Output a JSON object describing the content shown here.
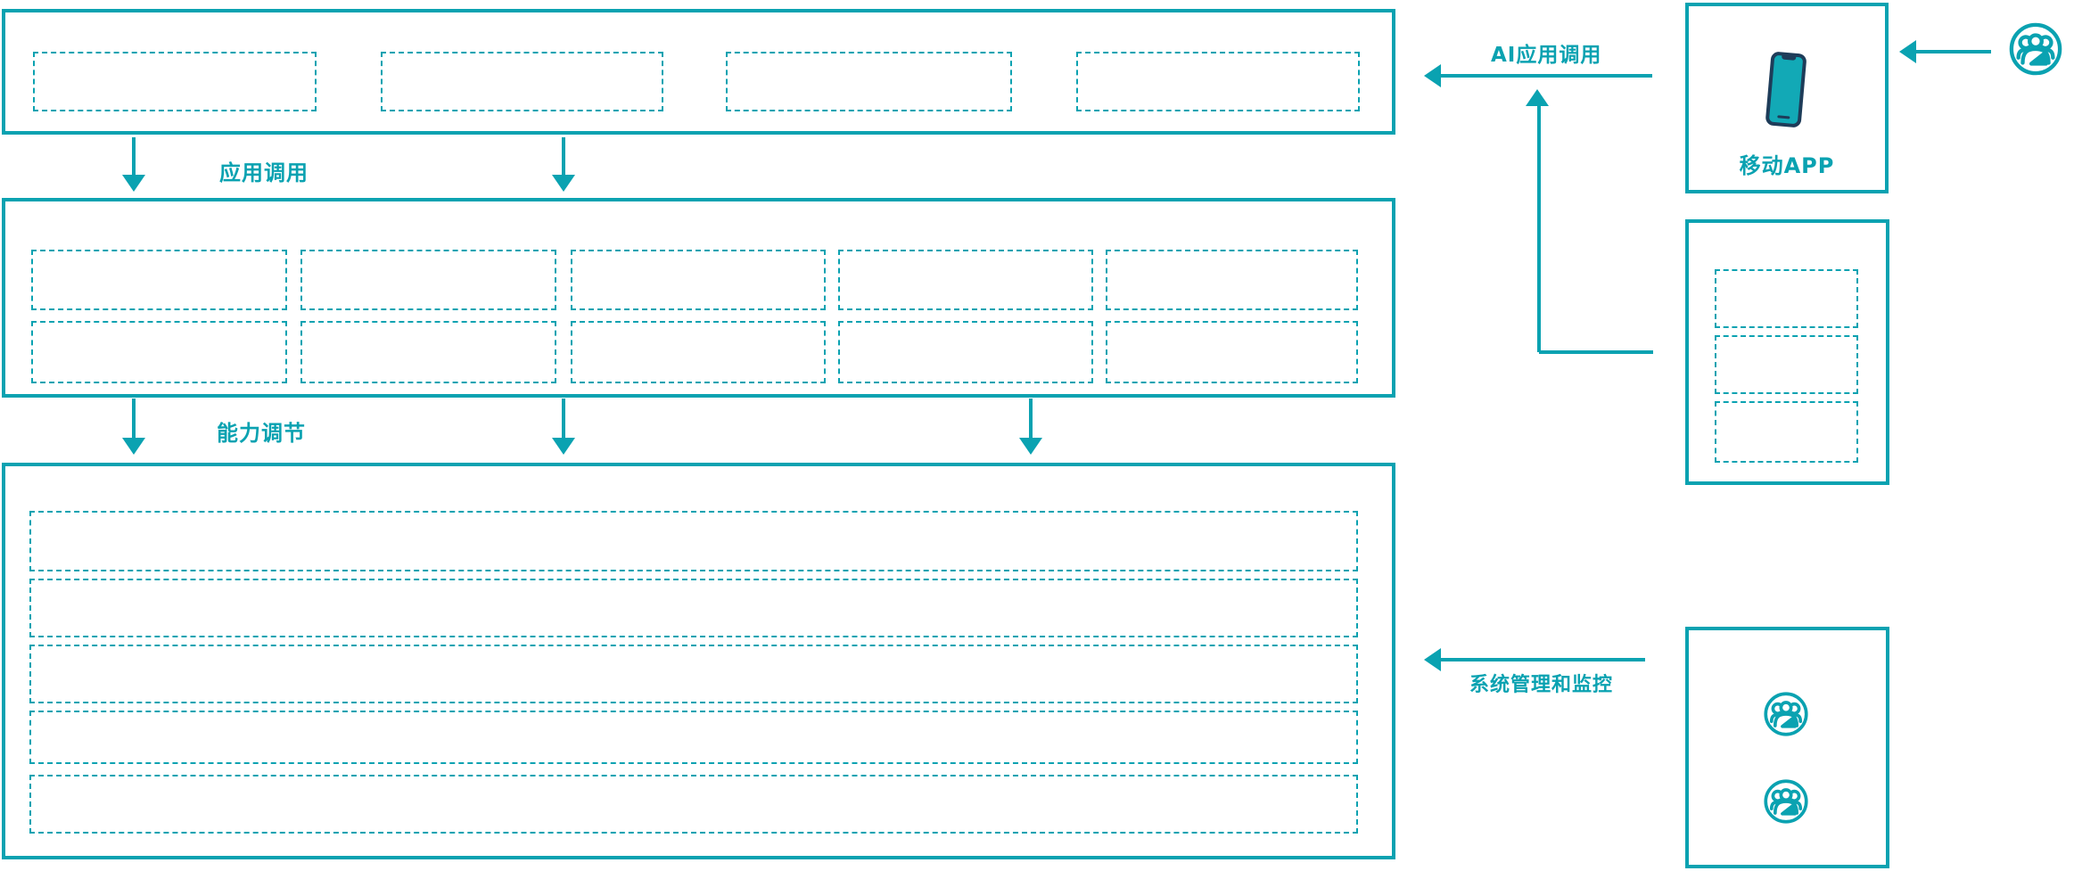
{
  "diagram": {
    "type": "layered-architecture-flow",
    "background": "#ffffff"
  },
  "colors": {
    "teal": "#0aa2b1",
    "navy": "#1e3c59",
    "screen": "#12a9b6",
    "white": "#ffffff"
  },
  "labels": {
    "app_call": "应用调用",
    "capability_adjust": "能力调节",
    "ai_app_call": "AI应用调用",
    "mobile_app": "移动APP",
    "system_monitor": "系统管理和监控"
  },
  "layers": {
    "top_layer": {
      "empty_box_count": 4
    },
    "middle_layer": {
      "rows": 2,
      "columns": 5,
      "empty_box_count": 10
    },
    "bottom_layer": {
      "empty_row_count": 5
    },
    "right_access_panel": {
      "empty_box_count": 3
    },
    "right_admin_panel": {
      "user_icon_count": 2
    }
  },
  "icons": {
    "mobile_phone": "mobile-phone-icon",
    "user_group": "users-group-icon"
  }
}
